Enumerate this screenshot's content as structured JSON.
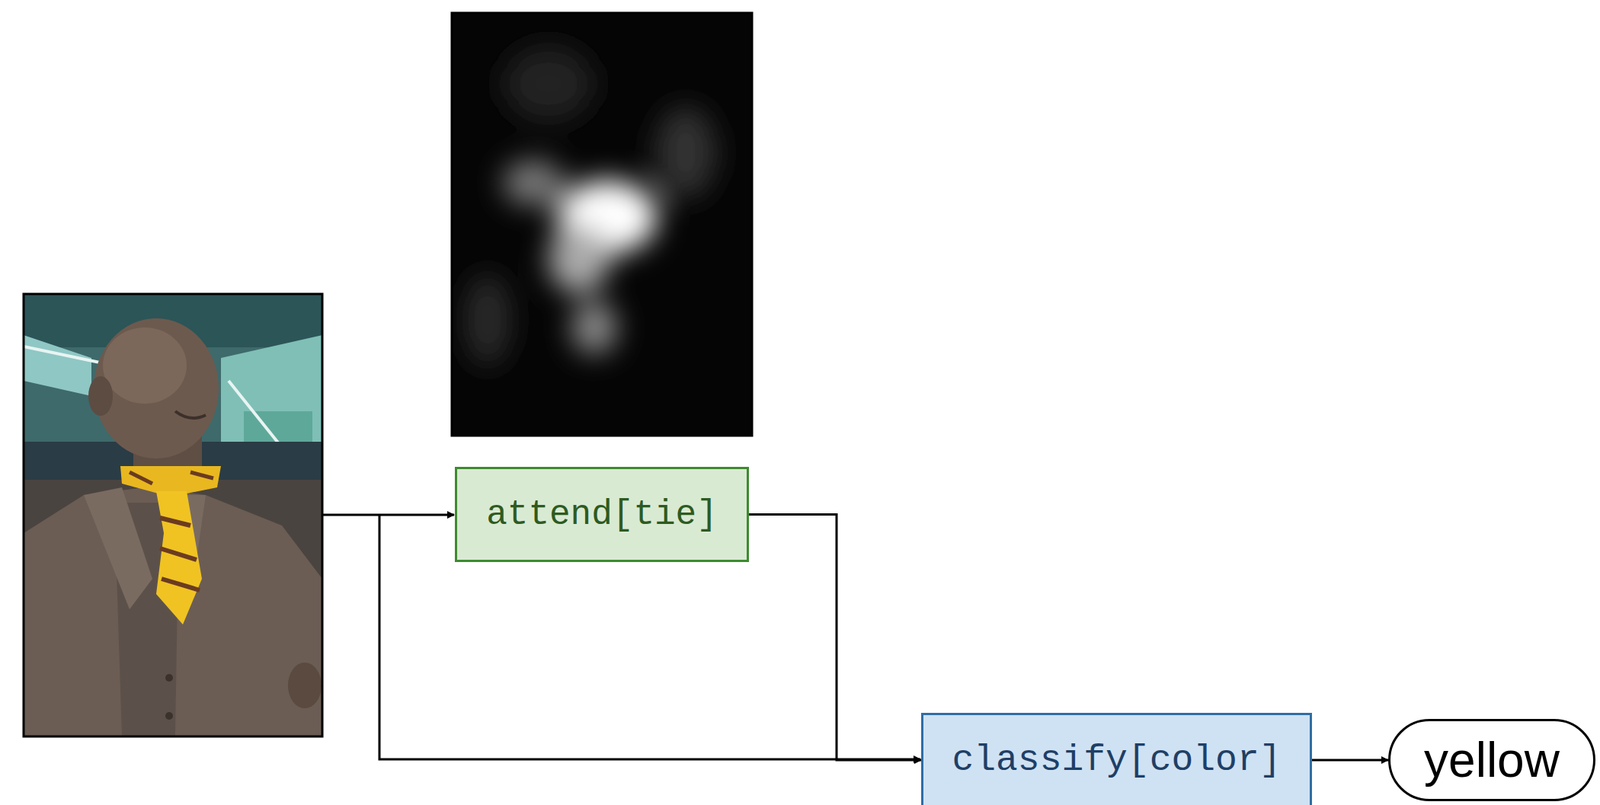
{
  "diagram": {
    "nodes": [
      {
        "text": [
          "attend[tie]"
        ]
      },
      {
        "text": [
          "classify[color]"
        ]
      },
      {
        "text": [
          "yellow"
        ]
      }
    ],
    "edges": [
      {
        "from": 0,
        "to": 1,
        "arrow": "to"
      },
      {
        "from": 1,
        "to": 2,
        "arrow": "to"
      }
    ]
  }
}
